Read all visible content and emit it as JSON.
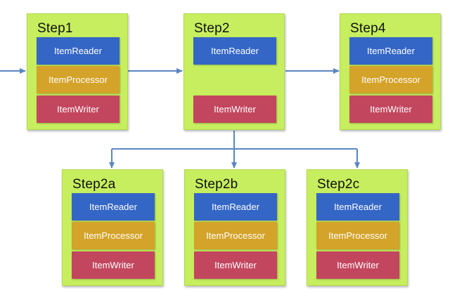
{
  "colors": {
    "step_bg": "#c6ee5e",
    "reader": "#3466c6",
    "processor": "#d4a32a",
    "writer": "#c3465f",
    "arrow": "#5b86c2"
  },
  "steps": [
    {
      "id": "step1",
      "title": "Step1",
      "reader": "ItemReader",
      "processor": "ItemProcessor",
      "writer": "ItemWriter"
    },
    {
      "id": "step2",
      "title": "Step2",
      "reader": "ItemReader",
      "processor": "",
      "writer": "ItemWriter"
    },
    {
      "id": "step4",
      "title": "Step4",
      "reader": "ItemReader",
      "processor": "ItemProcessor",
      "writer": "ItemWriter"
    },
    {
      "id": "step2a",
      "title": "Step2a",
      "reader": "ItemReader",
      "processor": "ItemProcessor",
      "writer": "ItemWriter"
    },
    {
      "id": "step2b",
      "title": "Step2b",
      "reader": "ItemReader",
      "processor": "ItemProcessor",
      "writer": "ItemWriter"
    },
    {
      "id": "step2c",
      "title": "Step2c",
      "reader": "ItemReader",
      "processor": "ItemProcessor",
      "writer": "ItemWriter"
    }
  ]
}
